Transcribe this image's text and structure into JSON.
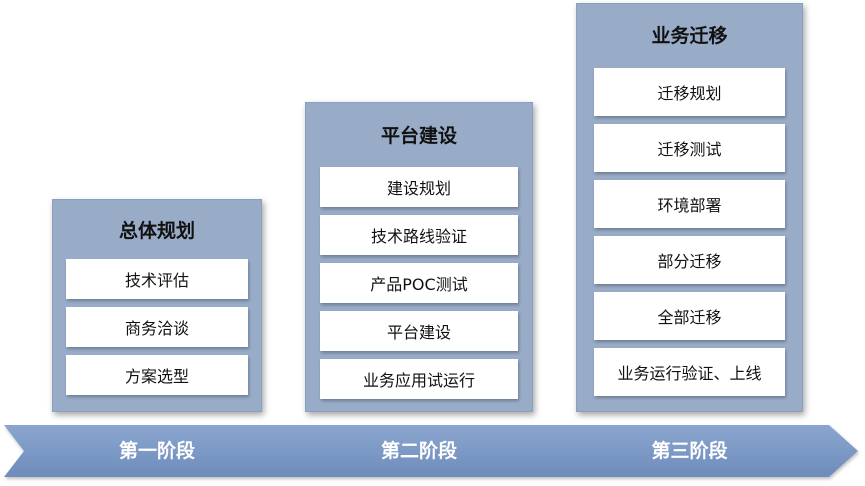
{
  "phases": [
    {
      "title": "总体规划",
      "stage": "第一阶段",
      "tasks": [
        "技术评估",
        "商务洽谈",
        "方案选型"
      ]
    },
    {
      "title": "平台建设",
      "stage": "第二阶段",
      "tasks": [
        "建设规划",
        "技术路线验证",
        "产品POC测试",
        "平台建设",
        "业务应用试运行"
      ]
    },
    {
      "title": "业务迁移",
      "stage": "第三阶段",
      "tasks": [
        "迁移规划",
        "迁移测试",
        "环境部署",
        "部分迁移",
        "全部迁移",
        "业务运行验证、上线"
      ]
    }
  ],
  "colors": {
    "column_fill": "#98acc8",
    "timeline_fill": "#7b99c6",
    "task_fill": "#ffffff",
    "stage_text": "#ffffff"
  }
}
